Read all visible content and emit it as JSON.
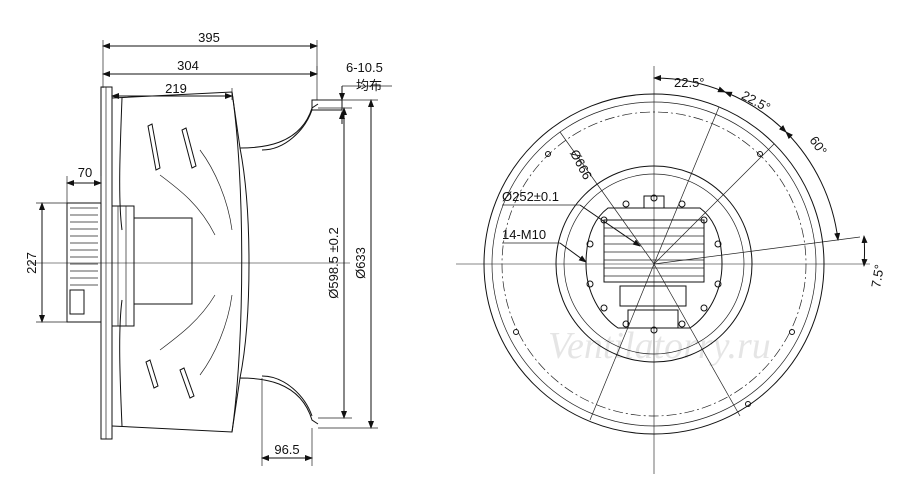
{
  "side_view": {
    "dim_overall_length": "395",
    "dim_depth": "304",
    "dim_impeller_depth": "219",
    "dim_mount_hole": "6-10.5",
    "dim_mount_note": "均布",
    "dim_motor_width": "70",
    "dim_motor_height": "227",
    "dim_diameter_inner": "Ø598.5 ±0.2",
    "dim_diameter_outer": "Ø633",
    "dim_inlet_depth": "96.5"
  },
  "front_view": {
    "angle_a": "22.5°",
    "angle_b": "22.5°",
    "angle_c": "60°",
    "angle_d": "7.5°",
    "dim_bolt_circle": "Ø666",
    "dim_hub": "Ø252±0.1",
    "dim_holes": "14-M10"
  },
  "watermark": "Ventilatorry.ru"
}
